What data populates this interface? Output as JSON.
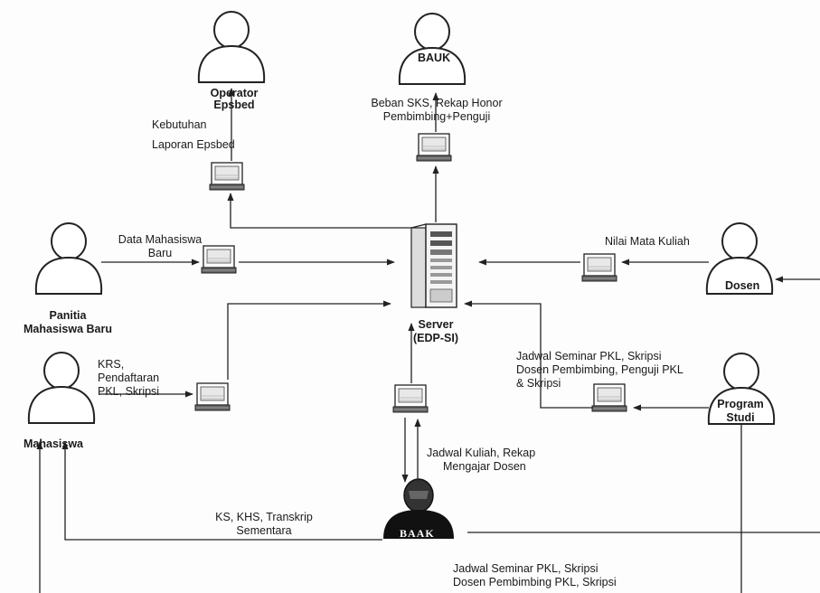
{
  "actors": {
    "operator": {
      "label_line1": "Operator",
      "label_line2": "Epsbed"
    },
    "bauk": {
      "label": "BAUK"
    },
    "panitia": {
      "label_line1": "Panitia",
      "label_line2": "Mahasiswa Baru"
    },
    "dosen": {
      "label": "Dosen"
    },
    "mahasiswa": {
      "label": "Mahasiswa"
    },
    "program_studi": {
      "label_line1": "Program",
      "label_line2": "Studi"
    },
    "baak": {
      "label": "BAAK"
    }
  },
  "server": {
    "label_line1": "Server",
    "label_line2": "(EDP-SI)"
  },
  "flows": {
    "epsbed": {
      "line1": "Kebutuhan",
      "line2": "Laporan Epsbed"
    },
    "bauk": {
      "line1": "Beban SKS, Rekap Honor",
      "line2": "Pembimbing+Penguji"
    },
    "maba": {
      "line1": "Data Mahasiswa",
      "line2": "Baru"
    },
    "nilai": {
      "line1": "Nilai Mata Kuliah"
    },
    "krs": {
      "line1": "KRS,",
      "line2": "Pendaftaran",
      "line3": "PKL, Skripsi"
    },
    "jadwal_prodi": {
      "line1": "Jadwal Seminar PKL, Skripsi",
      "line2": "Dosen Pembimbing, Penguji  PKL",
      "line3": "& Skripsi"
    },
    "jadwal_kuliah": {
      "line1": "Jadwal Kuliah, Rekap",
      "line2": "Mengajar Dosen"
    },
    "khs": {
      "line1": "KS, KHS, Transkrip",
      "line2": "Sementara"
    },
    "jadwal_bottom": {
      "line1": "Jadwal Seminar PKL, Skripsi",
      "line2": "Dosen Pembimbing  PKL, Skripsi"
    }
  }
}
